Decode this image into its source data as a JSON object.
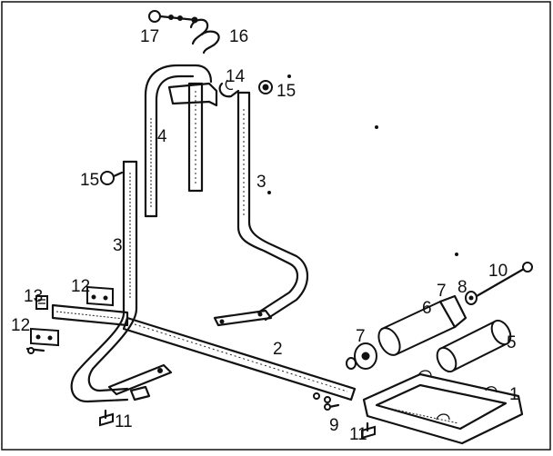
{
  "callouts": [
    {
      "id": "c1",
      "text": "1"
    },
    {
      "id": "c2",
      "text": "2"
    },
    {
      "id": "c3a",
      "text": "3"
    },
    {
      "id": "c3b",
      "text": "3"
    },
    {
      "id": "c4",
      "text": "4"
    },
    {
      "id": "c5",
      "text": "5"
    },
    {
      "id": "c6",
      "text": "6"
    },
    {
      "id": "c7a",
      "text": "7"
    },
    {
      "id": "c7b",
      "text": "7"
    },
    {
      "id": "c8",
      "text": "8"
    },
    {
      "id": "c9",
      "text": "9"
    },
    {
      "id": "c10",
      "text": "10"
    },
    {
      "id": "c11a",
      "text": "11"
    },
    {
      "id": "c11b",
      "text": "11"
    },
    {
      "id": "c12a",
      "text": "12"
    },
    {
      "id": "c12b",
      "text": "12"
    },
    {
      "id": "c13",
      "text": "13"
    },
    {
      "id": "c14",
      "text": "14"
    },
    {
      "id": "c15a",
      "text": "15"
    },
    {
      "id": "c15b",
      "text": "15"
    },
    {
      "id": "c16",
      "text": "16"
    },
    {
      "id": "c17",
      "text": "17"
    }
  ]
}
